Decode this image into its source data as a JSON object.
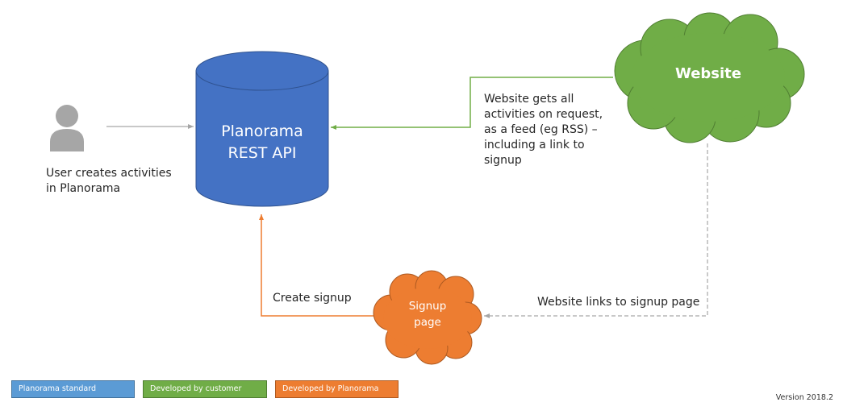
{
  "colors": {
    "planorama_standard": "#4472c4",
    "developed_by_customer": "#70ad47",
    "developed_by_planorama": "#ed7d31",
    "user_icon": "#a6a6a6",
    "connector_gray": "#a6a6a6",
    "legend_blue": "#5b9bd5"
  },
  "nodes": {
    "user": {
      "icon": "person-icon",
      "label": "User creates activities\nin Planorama"
    },
    "api": {
      "shape": "cylinder",
      "label": "Planorama\nREST API"
    },
    "website": {
      "shape": "cloud",
      "label": "Website"
    },
    "signup": {
      "shape": "cloud",
      "label": "Signup\npage"
    }
  },
  "edges": [
    {
      "from": "user",
      "to": "api",
      "style": "solid",
      "color": "gray",
      "label": ""
    },
    {
      "from": "website",
      "to": "api",
      "style": "solid",
      "color": "green",
      "label": "Website gets all\nactivities on request,\nas a feed (eg RSS) –\nincluding a link to\nsignup"
    },
    {
      "from": "signup",
      "to": "api",
      "style": "solid",
      "color": "orange",
      "label": "Create signup"
    },
    {
      "from": "website",
      "to": "signup",
      "style": "dashed",
      "color": "gray",
      "label": "Website links to signup page"
    }
  ],
  "legend": [
    {
      "label": "Planorama standard",
      "color": "#5b9bd5"
    },
    {
      "label": "Developed by customer",
      "color": "#70ad47"
    },
    {
      "label": "Developed by Planorama",
      "color": "#ed7d31"
    }
  ],
  "version": "Version 2018.2"
}
